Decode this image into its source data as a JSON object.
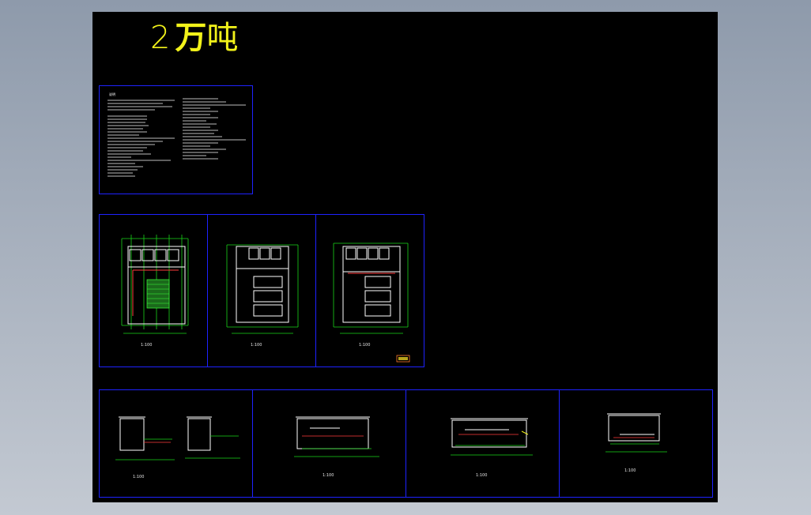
{
  "drawing": {
    "title_number": "2",
    "title_unit_1": "万",
    "title_unit_2": "吨",
    "title_color": "#f2f21a",
    "background_color": "#000000",
    "frame_color": "#1e22ff"
  },
  "sheets": {
    "notes": {
      "title": "说明"
    },
    "plans": [
      {
        "scale": "1:100"
      },
      {
        "scale": "1:100"
      },
      {
        "scale": "1:100"
      }
    ],
    "sections": [
      {
        "scale": "1:100"
      },
      {
        "scale": "1:100"
      },
      {
        "scale": "1:100"
      },
      {
        "scale": "1:100"
      }
    ]
  }
}
